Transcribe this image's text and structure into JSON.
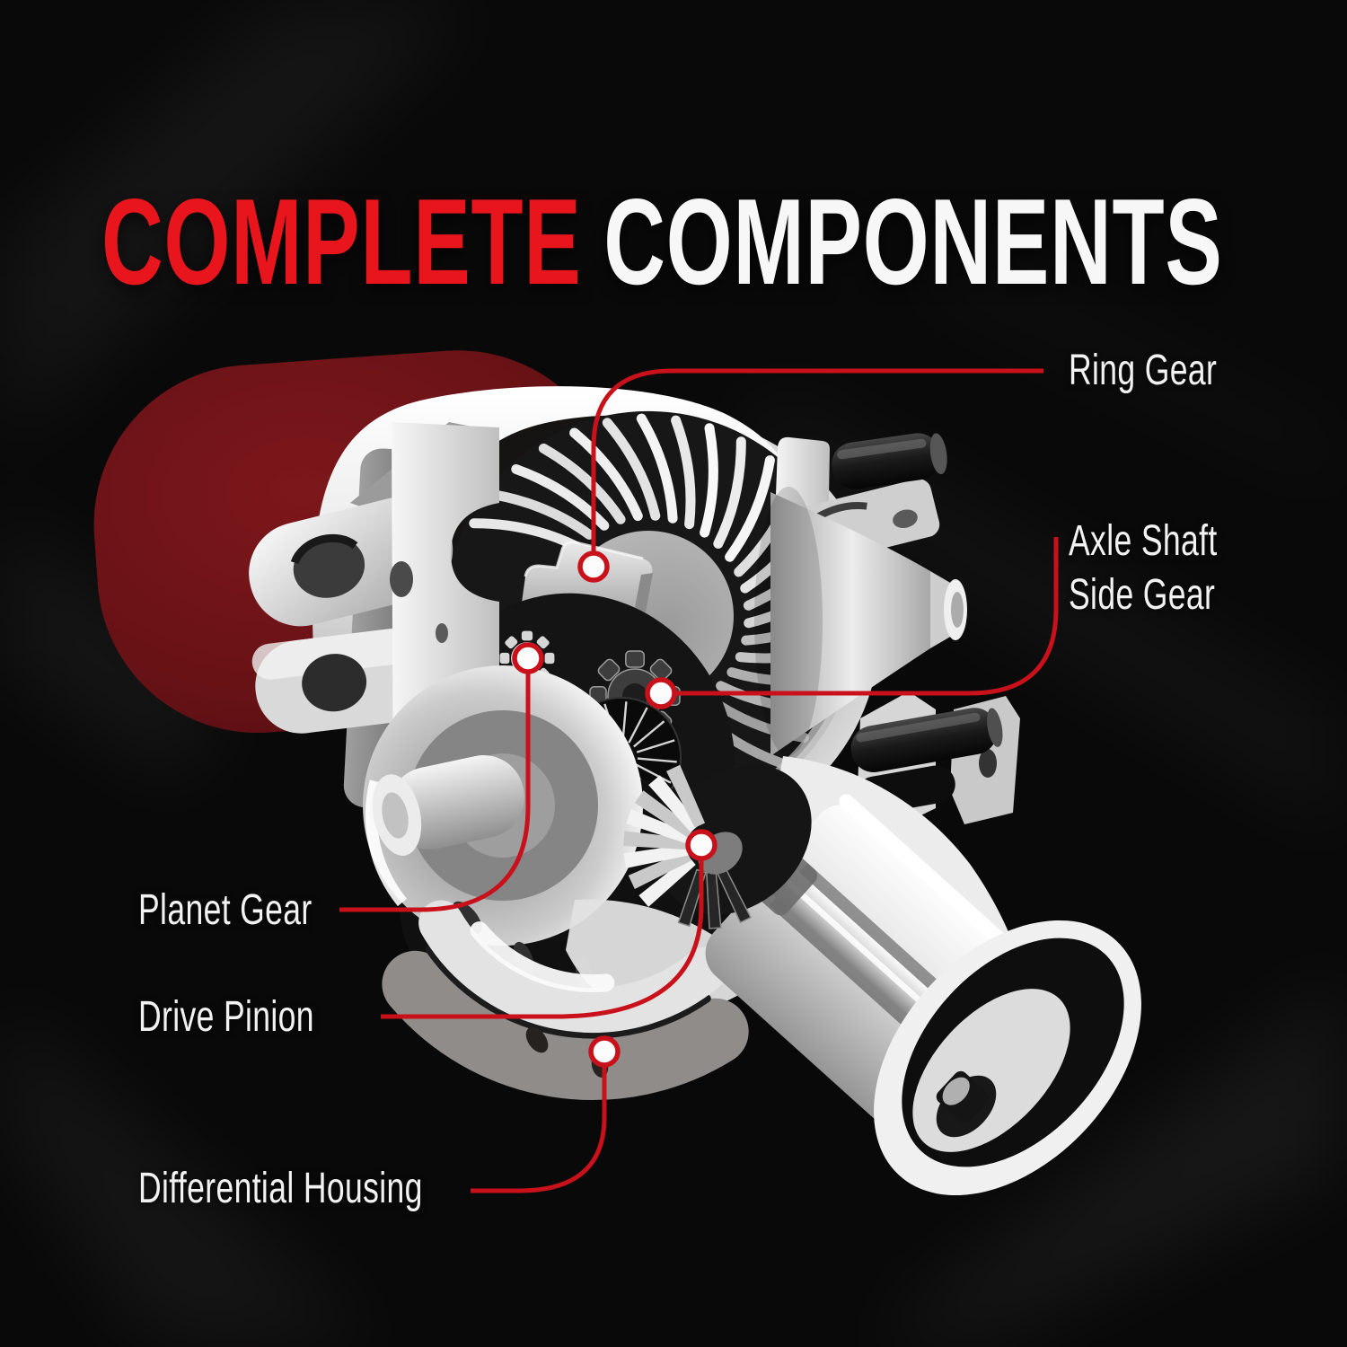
{
  "title": {
    "word1": "COMPLETE",
    "word2": "COMPONENTS"
  },
  "callouts": {
    "ring_gear": {
      "label": "Ring Gear"
    },
    "axle_shaft_side_gear": {
      "line1": "Axle Shaft",
      "line2": "Side Gear"
    },
    "planet_gear": {
      "label": "Planet Gear"
    },
    "drive_pinion": {
      "label": "Drive Pinion"
    },
    "differential_housing": {
      "label": "Differential Housing"
    }
  },
  "colors": {
    "background": "#0a0909",
    "title_accent_red": "#e8151d",
    "title_white": "#f7f7f7",
    "leader_line_red": "#c9111b",
    "red_panel": "#6e1216",
    "label_text": "#f2f2f2"
  }
}
